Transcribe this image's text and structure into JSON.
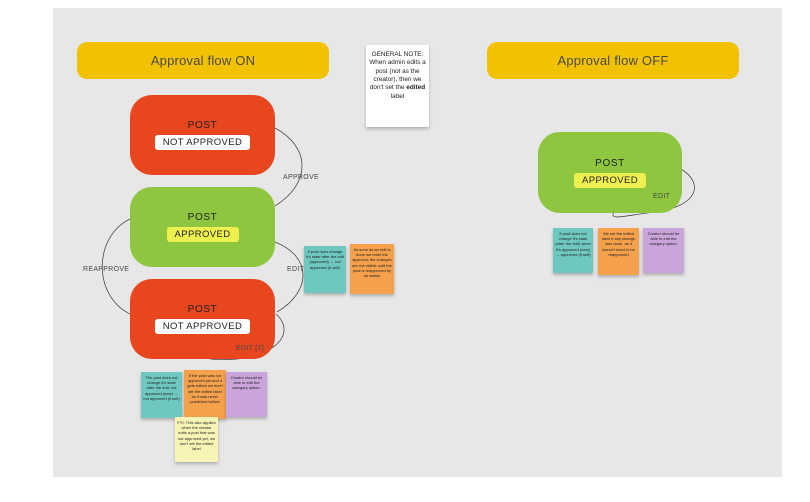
{
  "headers": {
    "flow_on": "Approval flow ON",
    "flow_off": "Approval flow OFF"
  },
  "general_note": {
    "prefix": "GENERAL NOTE:\nWhen admin edits a post (not as the creator), then we don't set the ",
    "bold": "edited",
    "suffix": " label"
  },
  "flow_on": {
    "nodes": [
      {
        "title": "POST",
        "badge": "NOT APPROVED"
      },
      {
        "title": "POST",
        "badge": "APPROVED"
      },
      {
        "title": "POST",
        "badge": "NOT APPROVED"
      }
    ],
    "edges": {
      "approve": "APPROVE",
      "edit1": "EDIT [1]",
      "reapprove": "REAPPROVE",
      "edit2": "EDIT [2]"
    },
    "notes_mid": [
      {
        "color": "teal",
        "text": "If post does change it's state after the edit (approved) → not approved (it self)"
      },
      {
        "color": "orange",
        "text": "As soon as an edit is done we reset the approval, the changes are not visible until the post is reapproved by an admin"
      }
    ],
    "notes_bottom": [
      {
        "color": "teal",
        "text": "The post does not change it's state after the edit: not approved (new) → not approved (it self)"
      },
      {
        "color": "orange",
        "text": "If the post was not approved yet and it gets edited we don't set the edited label as it was never published before"
      },
      {
        "color": "purple",
        "text": "Creator should be able to edit the category option."
      },
      {
        "color": "yellow",
        "text": "FYI: This also applies when the creator edits a post that was not approved yet, we don't set the edited label"
      }
    ]
  },
  "flow_off": {
    "node": {
      "title": "POST",
      "badge": "APPROVED"
    },
    "edges": {
      "edit": "EDIT"
    },
    "notes": [
      {
        "color": "teal",
        "text": "If post does not change it's state (after the edit) when it's approved (new) → approved (it self)"
      },
      {
        "color": "orange",
        "text": "We set the edited label if any change was done, as it doesn't need to be reapproved"
      },
      {
        "color": "purple",
        "text": "Creator should be able to edit the category option."
      }
    ]
  },
  "colors": {
    "board_bg": "#e7e7e7",
    "header_yellow": "#f2c200",
    "node_red": "#e8461e",
    "node_green": "#8fc640",
    "badge_yellow": "#edf150",
    "sticky_teal": "#6ec8bf",
    "sticky_orange": "#f5a04b",
    "sticky_purple": "#c9a5dc",
    "sticky_yellow": "#f7f4b6",
    "connector": "#4a4a4a"
  }
}
